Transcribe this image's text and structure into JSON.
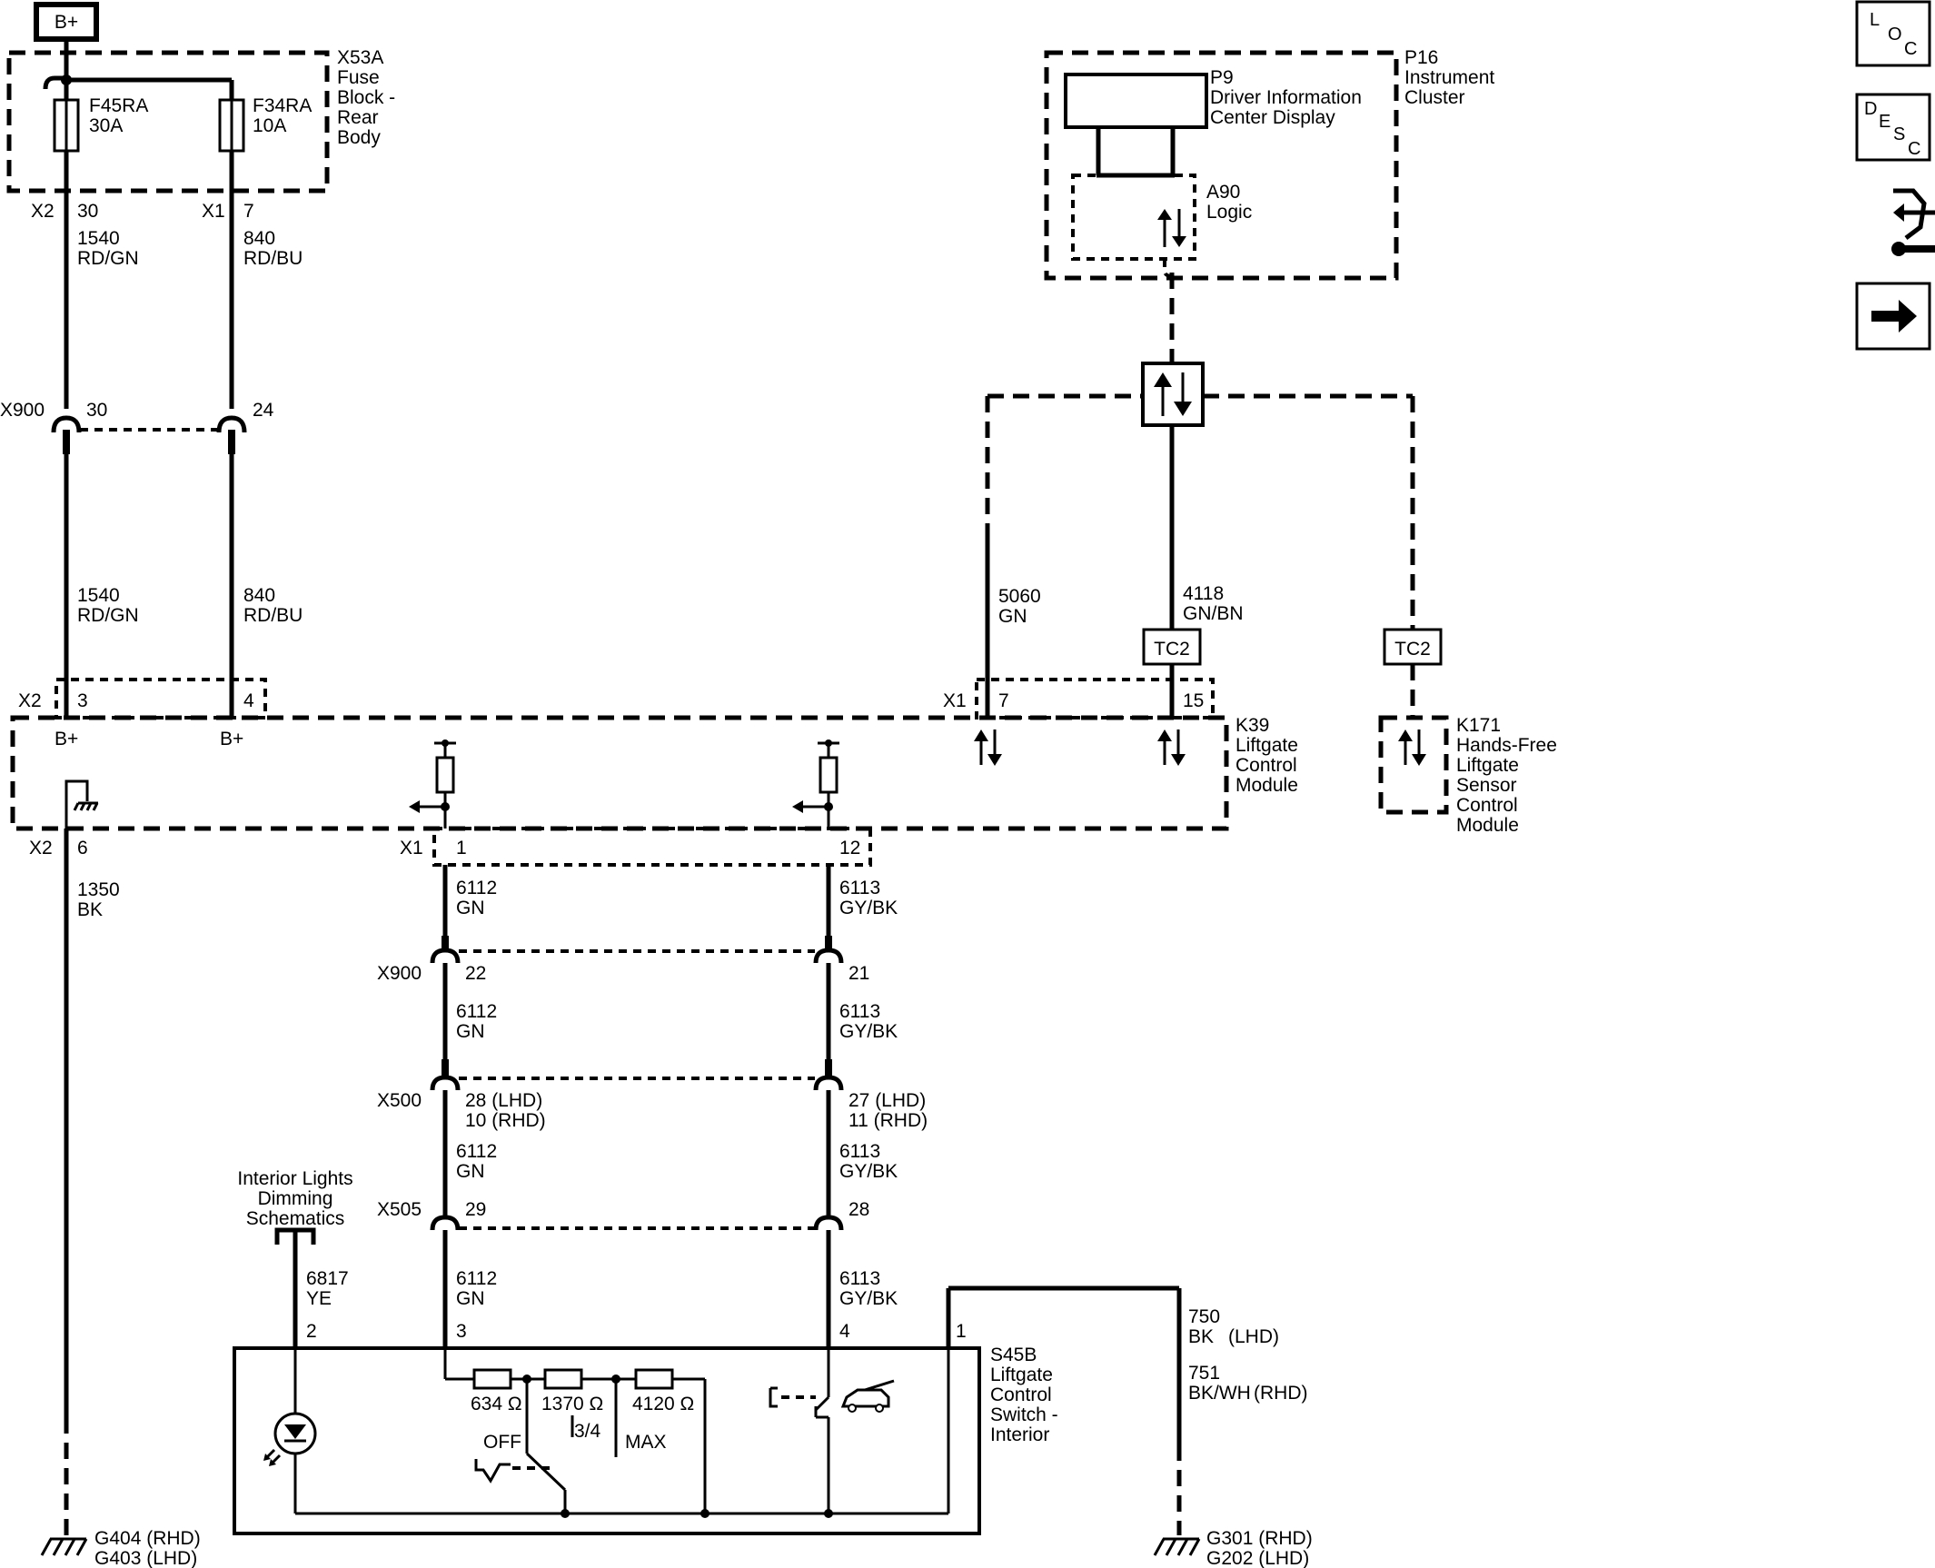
{
  "power_source": "B+",
  "fuse_block": {
    "id": "X53A",
    "name_lines": [
      "Fuse",
      "Block -",
      "Rear",
      "Body"
    ],
    "fuses": [
      {
        "id": "F45RA",
        "rating": "30A",
        "connector": "X2",
        "pin": "30",
        "circuit": "1540",
        "color": "RD/GN"
      },
      {
        "id": "F34RA",
        "rating": "10A",
        "connector": "X1",
        "pin": "7",
        "circuit": "840",
        "color": "RD/BU"
      }
    ]
  },
  "inline_connectors": {
    "x900_top": {
      "id": "X900",
      "pins": [
        "30",
        "24"
      ]
    },
    "x900_mid": {
      "id": "X900",
      "pins": [
        "22",
        "21"
      ]
    },
    "x500": {
      "id": "X500",
      "pins": [
        "28 (LHD)",
        "10 (RHD)",
        "27 (LHD)",
        "11 (RHD)"
      ]
    },
    "x505": {
      "id": "X505",
      "pins": [
        "29",
        "28"
      ]
    }
  },
  "instrument_cluster": {
    "id": "P16",
    "name_lines": [
      "Instrument",
      "Cluster"
    ],
    "display": {
      "id": "P9",
      "name_lines": [
        "Driver Information",
        "Center Display"
      ]
    },
    "logic": {
      "id": "A90",
      "name": "Logic"
    }
  },
  "liftgate_module": {
    "id": "K39",
    "name_lines": [
      "Liftgate",
      "Control",
      "Module"
    ],
    "x2_connector": "X2",
    "x2_pins": [
      "3",
      "4"
    ],
    "b_plus_labels": [
      "B+",
      "B+"
    ],
    "x1_connector": "X1",
    "x1_pins": [
      "7",
      "15"
    ],
    "ground": {
      "connector": "X2",
      "pin": "6",
      "circuit": "1350",
      "color": "BK"
    },
    "outputs": {
      "connector": "X1",
      "pins": [
        "1",
        "12"
      ]
    }
  },
  "data_circuits": [
    {
      "circuit": "5060",
      "color": "GN"
    },
    {
      "circuit": "4118",
      "color": "GN/BN"
    }
  ],
  "terminal_labels": [
    "TC2",
    "TC2"
  ],
  "hands_free_module": {
    "id": "K171",
    "name_lines": [
      "Hands-Free",
      "Liftgate",
      "Sensor",
      "Control",
      "Module"
    ]
  },
  "signal_circuits": [
    {
      "circuit": "6112",
      "color": "GN"
    },
    {
      "circuit": "6113",
      "color": "GY/BK"
    }
  ],
  "interior_lights": {
    "lines": [
      "Interior Lights",
      "Dimming",
      "Schematics"
    ],
    "circuit": "6817",
    "color": "YE"
  },
  "switch": {
    "id": "S45B",
    "name_lines": [
      "Liftgate",
      "Control",
      "Switch -",
      "Interior"
    ],
    "pins": [
      "2",
      "3",
      "4",
      "1"
    ],
    "resistors": [
      "634 Ω",
      "1370 Ω",
      "4120 Ω"
    ],
    "positions": [
      "OFF",
      "3/4",
      "MAX"
    ]
  },
  "switch_ground_circuits": [
    {
      "circuit": "750",
      "color": "BK",
      "note": "(LHD)"
    },
    {
      "circuit": "751",
      "color": "BK/WH",
      "note": "(RHD)"
    }
  ],
  "grounds": {
    "left": [
      "G404 (RHD)",
      "G403 (LHD)"
    ],
    "right": [
      "G301 (RHD)",
      "G202 (LHD)"
    ]
  },
  "nav_icons": {
    "loc": [
      "L",
      "O",
      "C"
    ],
    "desc": [
      "D",
      "E",
      "S",
      "C"
    ],
    "icons": [
      "connector-list-icon",
      "next-page-arrow-icon"
    ]
  }
}
